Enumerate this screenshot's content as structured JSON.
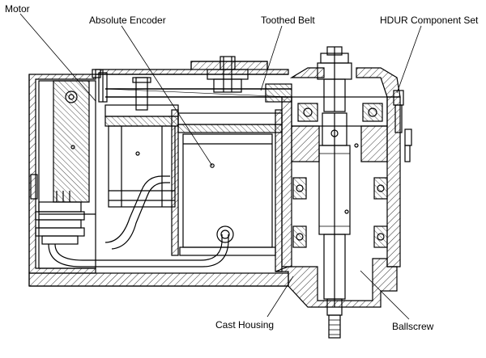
{
  "labels": {
    "motor": "Motor",
    "encoder": "Absolute Encoder",
    "belt": "Toothed Belt",
    "hdur": "HDUR Component Set",
    "housing": "Cast Housing",
    "ballscrew": "Ballscrew"
  },
  "colors": {
    "line": "#000000",
    "background": "#ffffff"
  }
}
